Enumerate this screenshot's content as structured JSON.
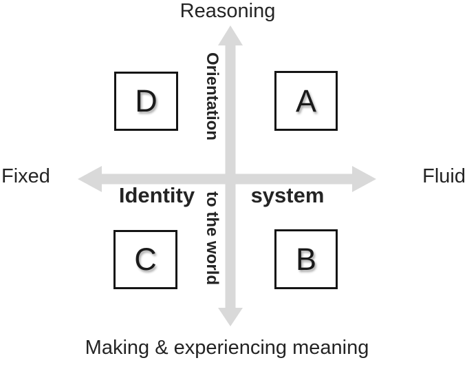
{
  "figure": {
    "top_label": "Reasoning",
    "bottom_label": "Making & experiencing meaning",
    "left_label": "Fixed",
    "right_label": "Fluid",
    "horizontal_axis_word_left": "Identity",
    "horizontal_axis_word_right": "system",
    "vertical_axis_word_top": "Orientation",
    "vertical_axis_word_bottom": "to the world",
    "quadrants": [
      {
        "position": "top-left",
        "letter": "D"
      },
      {
        "position": "top-right",
        "letter": "A"
      },
      {
        "position": "bottom-left",
        "letter": "C"
      },
      {
        "position": "bottom-right",
        "letter": "B"
      }
    ],
    "colors": {
      "arrow_gray": "#d9d9d9",
      "text": "#242424",
      "box_border": "#141414",
      "background": "#ffffff"
    }
  }
}
